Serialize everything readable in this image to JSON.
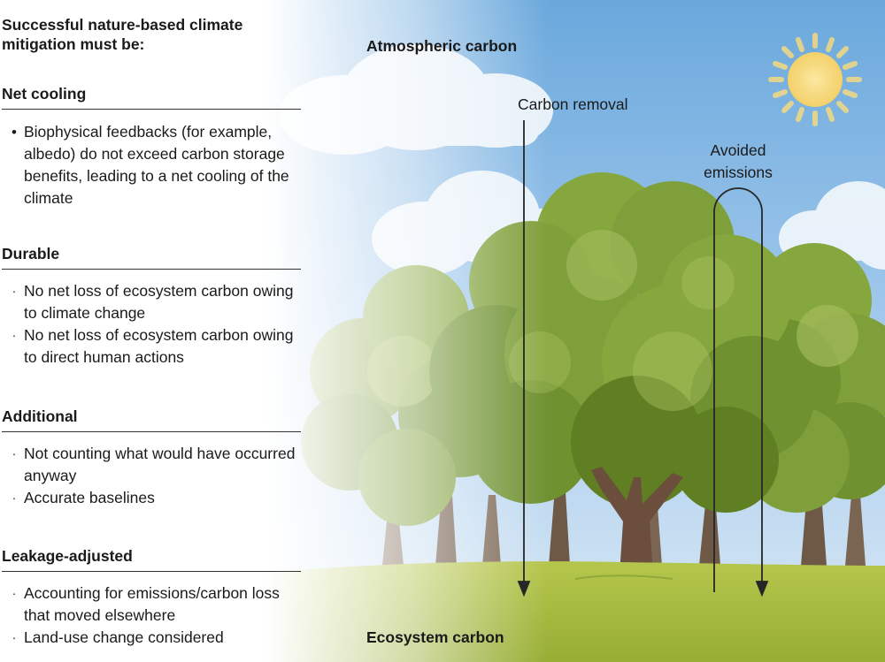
{
  "title": "Successful nature-based climate mitigation must be:",
  "sections": [
    {
      "heading": "Net cooling",
      "items": [
        "Biophysical feedbacks (for example, albedo) do not exceed carbon storage benefits, leading to a net cooling of the climate"
      ]
    },
    {
      "heading": "Durable",
      "items": [
        "No net loss of ecosystem carbon owing to climate change",
        "No net loss of ecosystem carbon owing to direct human actions"
      ]
    },
    {
      "heading": "Additional",
      "items": [
        "Not counting what would have occurred anyway",
        "Accurate baselines"
      ]
    },
    {
      "heading": "Leakage-adjusted",
      "items": [
        "Accounting for emissions/carbon loss that moved elsewhere",
        "Land-use change considered"
      ]
    }
  ],
  "diagram": {
    "top_label": "Atmospheric carbon",
    "bottom_label": "Ecosystem carbon",
    "arrow_removal_label": "Carbon removal",
    "arrow_avoided_label_line1": "Avoided",
    "arrow_avoided_label_line2": "emissions"
  },
  "bullets": {
    "primary": "•",
    "secondary": "·"
  },
  "colors": {
    "sky_top": "#5a9fd8",
    "sky_light": "#d8eaf8",
    "foliage_dark": "#5f7f22",
    "foliage_mid": "#7f9f3a",
    "foliage_light": "#a8c060",
    "trunk": "#6b4e3c",
    "ground": "#a3b83c",
    "sun": "#f7dc7a",
    "text": "#1a1a1a"
  },
  "icons": [
    "sun-icon",
    "cloud-icon",
    "tree-icon",
    "arrow-down-icon",
    "u-turn-arrow-icon"
  ]
}
